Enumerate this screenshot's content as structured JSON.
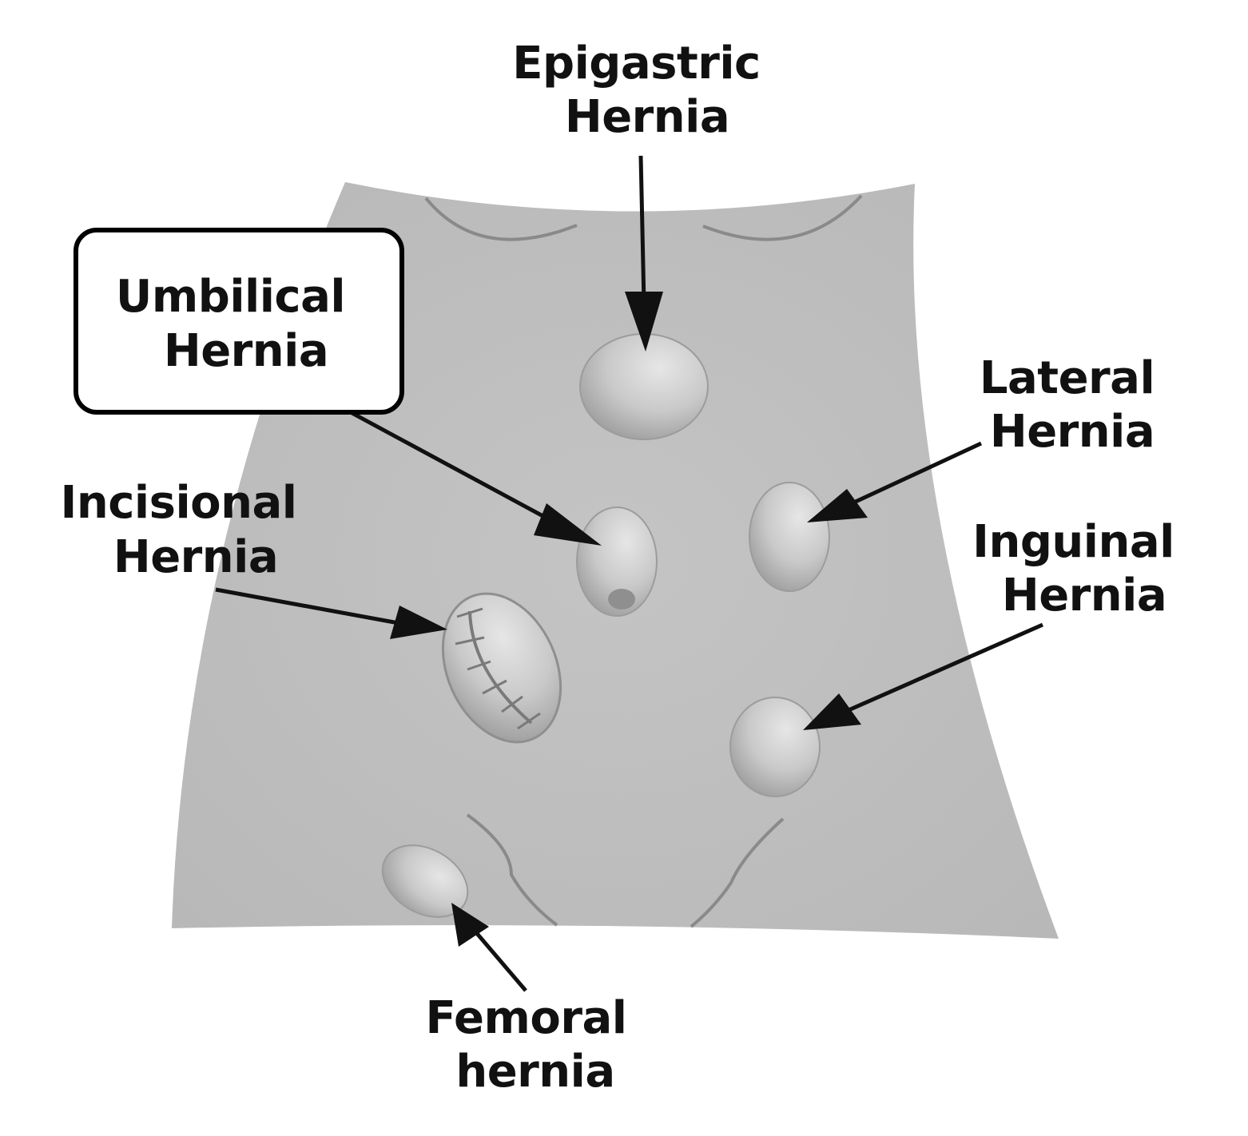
{
  "labels": {
    "epigastric": [
      "Epigastric",
      "Hernia"
    ],
    "umbilical": [
      "Umbilical",
      "Hernia"
    ],
    "lateral": [
      "Lateral",
      "Hernia"
    ],
    "incisional": [
      "Incisional",
      "Hernia"
    ],
    "inguinal": [
      "Inguinal",
      "Hernia"
    ],
    "femoral": [
      "Femoral",
      "hernia"
    ]
  },
  "highlighted": "umbilical",
  "colors": {
    "skin": "#bdbdbd",
    "bulge_light": "#e0e0e0",
    "bulge_dark": "#9a9a9a",
    "text": "#111111",
    "background": "#ffffff"
  }
}
